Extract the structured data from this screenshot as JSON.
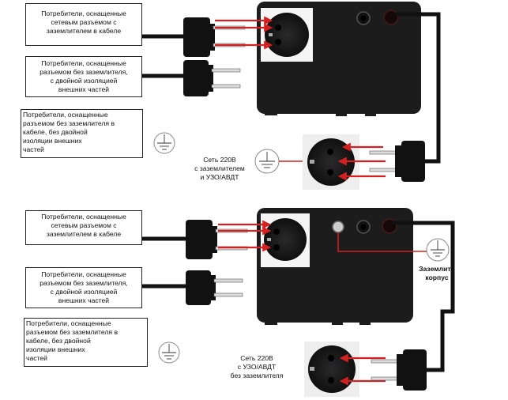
{
  "top": {
    "box1": [
      "Потребители, оснащенные",
      "сетевым разъемом с",
      "заземлителем в кабеле"
    ],
    "box2": [
      "Потребители, оснащенные",
      "разъемом без заземлителя,",
      "с двойной изоляцией",
      "внешних частей"
    ],
    "box3": [
      "Потребители, оснащенные",
      "разъемом без заземлителя в",
      "кабеле, без двойной",
      "изоляции внешних",
      "частей"
    ],
    "network_label": [
      "Сеть 220В",
      "с заземлителем",
      "и УЗО/АВДТ"
    ]
  },
  "bottom": {
    "box1": [
      "Потребители, оснащенные",
      "сетевым разъемом с",
      "заземлителем в кабеле"
    ],
    "box2": [
      "Потребители, оснащенные",
      "разъемом без заземлителя,",
      "с двойной изоляцией",
      "внешних частей"
    ],
    "box3": [
      "Потребители, оснащенные",
      "разъемом без заземлителя в",
      "кабеле, без двойной",
      "изоляции внешних",
      "частей"
    ],
    "ground_case_label": [
      "Заземлить",
      "корпус"
    ],
    "network_label": [
      "Сеть 220В",
      "с УЗО/АВДТ",
      "без заземлителя"
    ]
  },
  "colors": {
    "arrow": "#d42020",
    "device": "#1c1c1c",
    "ground_stroke": "#888888"
  }
}
